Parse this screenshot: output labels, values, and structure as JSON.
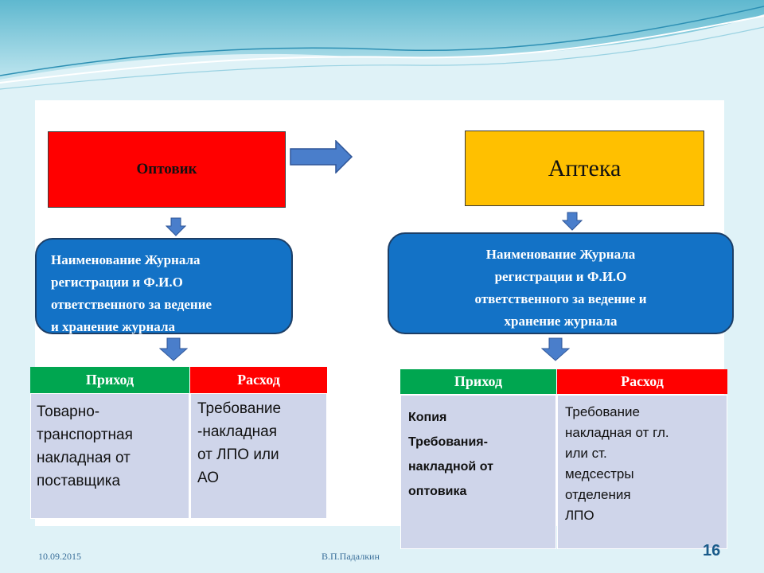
{
  "wholesaler": {
    "label": "Оптовик"
  },
  "pharmacy": {
    "label": "Аптека"
  },
  "left_journal": {
    "lines": [
      "Наименование Журнала",
      "регистрации  и Ф.И.О",
      "ответственного за ведение",
      "и хранение журнала"
    ]
  },
  "right_journal": {
    "lines": [
      "Наименование Журнала",
      "регистрации и Ф.И.О",
      "ответственного за ведение и",
      "хранение журнала"
    ]
  },
  "left_table": {
    "income_header": "Приход",
    "expense_header": "Расход",
    "income_lines": [
      "Товарно-",
      "транспортная",
      "накладная от",
      "поставщика"
    ],
    "expense_lines": [
      "Требование",
      "-накладная",
      "от ЛПО или",
      "АО"
    ]
  },
  "right_table": {
    "income_header": "Приход",
    "expense_header": "Расход",
    "income_lines": [
      "Копия",
      "Требования-",
      "накладной от",
      "оптовика"
    ],
    "expense_lines": [
      "Требование",
      "накладная от гл.",
      "или ст.",
      "медсестры",
      "отделения",
      "ЛПО"
    ]
  },
  "footer": {
    "date": "10.09.2015",
    "author": "В.П.Падалкин",
    "page": "16"
  },
  "colors": {
    "wholesaler_box": "#ff0000",
    "pharmacy_box": "#ffc000",
    "bubble": "#1372c6",
    "income_header": "#00a650",
    "expense_header": "#ff0000",
    "cell": "#cfd5ea",
    "arrow": "#4a7ecb"
  }
}
